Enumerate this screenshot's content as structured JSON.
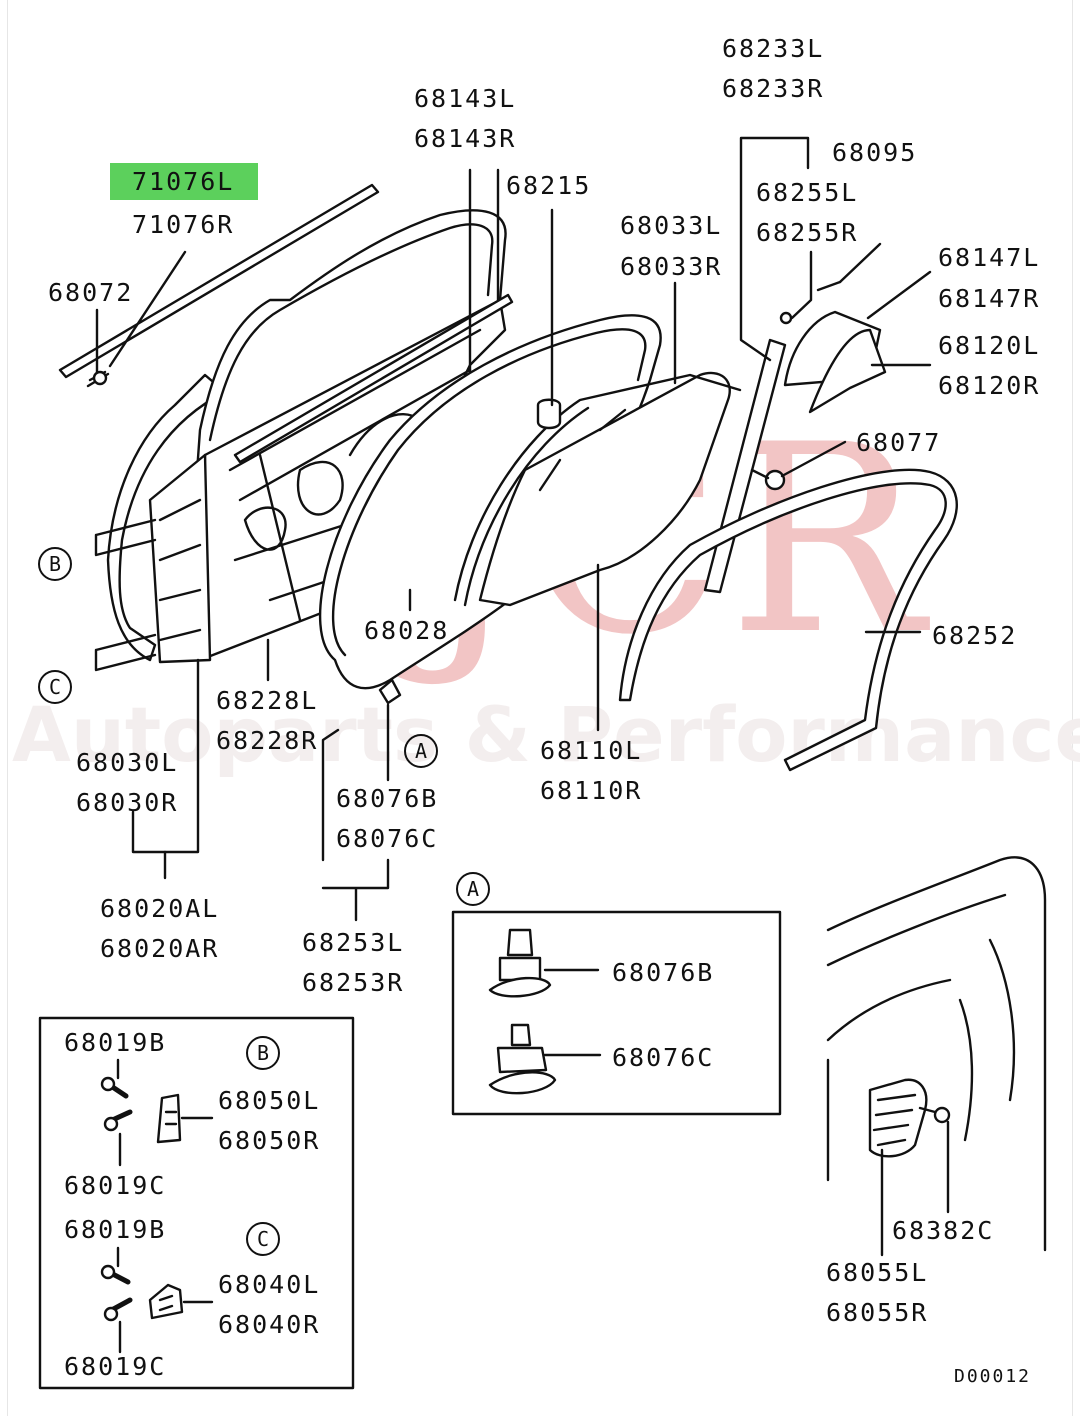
{
  "watermark": {
    "brand": "AJCR",
    "tagline": "Autoparts & Performance"
  },
  "labels": {
    "p71076L": "71076L",
    "p71076R": "71076R",
    "p68072": "68072",
    "p68143L": "68143L",
    "p68143R": "68143R",
    "p68215": "68215",
    "p68233L": "68233L",
    "p68233R": "68233R",
    "p68095": "68095",
    "p68255L": "68255L",
    "p68255R": "68255R",
    "p68033L": "68033L",
    "p68033R": "68033R",
    "p68147L": "68147L",
    "p68147R": "68147R",
    "p68120L": "68120L",
    "p68120R": "68120R",
    "p68077": "68077",
    "p68028": "68028",
    "p68252": "68252",
    "p68228L": "68228L",
    "p68228R": "68228R",
    "p68030L": "68030L",
    "p68030R": "68030R",
    "p68020AL": "68020AL",
    "p68020AR": "68020AR",
    "p68076B": "68076B",
    "p68076C": "68076C",
    "p68253L": "68253L",
    "p68253R": "68253R",
    "p68110L": "68110L",
    "p68110R": "68110R",
    "boxA_68076B": "68076B",
    "boxA_68076C": "68076C",
    "b1_68019B": "68019B",
    "b1_68050L": "68050L",
    "b1_68050R": "68050R",
    "b1_68019C": "68019C",
    "b2_68019B": "68019B",
    "b2_68040L": "68040L",
    "b2_68040R": "68040R",
    "b2_68019C": "68019C",
    "p68382C": "68382C",
    "p68055L": "68055L",
    "p68055R": "68055R"
  },
  "callouts": {
    "B": "B",
    "C": "C",
    "A": "A"
  },
  "diagram_code": "D00012",
  "highlight_color": "#5cd05c"
}
